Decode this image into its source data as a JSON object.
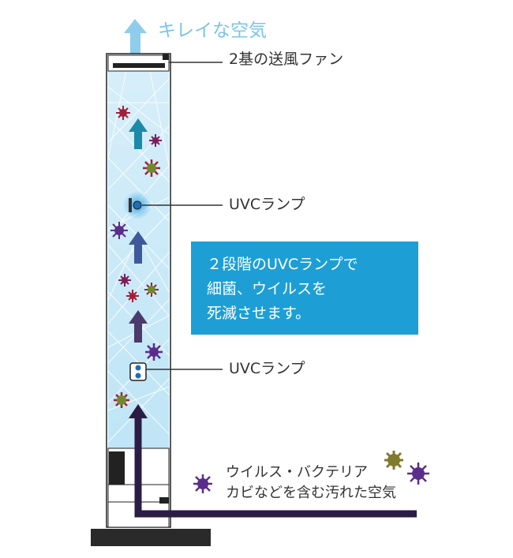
{
  "labels": {
    "clean_air": "キレイな空気",
    "fan": "2基の送風ファン",
    "uvc_lamp_1": "UVCランプ",
    "uvc_lamp_2": "UVCランプ",
    "info_line1": "２段階のUVCランプで",
    "info_line2": "細菌、ウイルスを",
    "info_line3": "死滅させます。",
    "dirty_air_line1": "ウイルス・バクテリア",
    "dirty_air_line2": "カビなどを含む汚れた空気"
  },
  "colors": {
    "clean_air": "#7cc4e8",
    "info_box": "#1d9fd5",
    "dirty_air_path": "#2b1c45",
    "virus_purple": "#5b2d8a",
    "virus_red": "#a0203a",
    "mold_olive": "#7f7a2d",
    "arrow_teal": "#1a8aa8",
    "arrow_blue": "#3f5a9a",
    "arrow_purple": "#4c3a6b"
  }
}
